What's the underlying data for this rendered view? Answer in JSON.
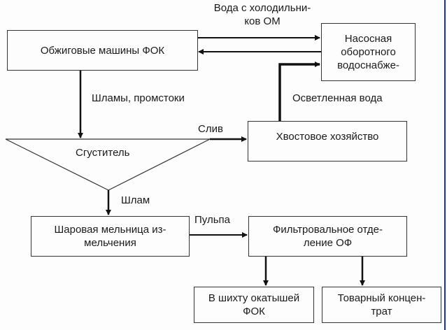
{
  "nodes": {
    "roasting_machines": {
      "label": "Обжиговые машины ФОК"
    },
    "pump_station": {
      "label": "Насосная оборотного водоснабже-"
    },
    "tailings": {
      "label": "Хвостовое хозяйство"
    },
    "thickener": {
      "label": "Сгуститель"
    },
    "ball_mill": {
      "label": "Шаровая мельница из-мельчения"
    },
    "ball_mill_lines": [
      "Шаровая мельница из-",
      "мельчения"
    ],
    "filter_dept_lines": [
      "Фильтровальное отде-",
      "ление ОФ"
    ],
    "pellet_charge_lines": [
      "В шихту окатышей",
      "ФОК"
    ],
    "commodity_lines": [
      "Товарный концен-",
      "трат"
    ],
    "pump_station_lines": [
      "Насосная",
      "оборотного",
      "водоснабже-"
    ]
  },
  "edges": {
    "cooler_water_lines": [
      "Вода с холодильни-",
      "ков ОМ"
    ],
    "slimes": "Шламы, промстоки",
    "clarified_water": "Осветленная вода",
    "overflow": "Слив",
    "slime": "Шлам",
    "pulp": "Пульпа"
  },
  "colors": {
    "border_accent": "#1a2fb0",
    "stroke": "#111111"
  }
}
